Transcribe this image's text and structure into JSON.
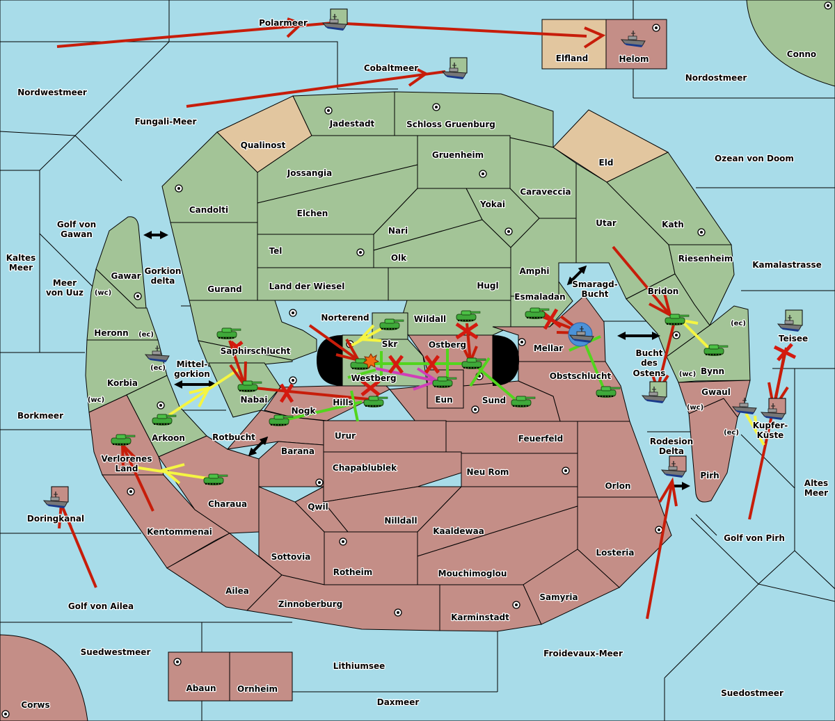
{
  "colors": {
    "sea": "#a8dce9",
    "neutral": "#e2c69f",
    "green_power": "#a3c497",
    "red_power": "#c48e87",
    "move_order": "#c71d0a",
    "support_order": "#f5f542",
    "hold_order": "#52d51e",
    "convoy_order": "#d03fb8",
    "failed_x": "#d41a0f"
  },
  "seas": [
    {
      "name": "Polarmeer"
    },
    {
      "name": "Cobaltmeer"
    },
    {
      "name": "Nordwestmeer"
    },
    {
      "name": "Fungali-Meer"
    },
    {
      "name": "Nordostmeer"
    },
    {
      "name": "Ozean von Doom"
    },
    {
      "name": "Golf von Gawan"
    },
    {
      "name": "Kaltes Meer"
    },
    {
      "name": "Meer von Uuz"
    },
    {
      "name": "Gorkion delta"
    },
    {
      "name": "Mittel-gorkion"
    },
    {
      "name": "Borkmeer"
    },
    {
      "name": "Rotbucht"
    },
    {
      "name": "Doringkanal"
    },
    {
      "name": "Golf von Ailea"
    },
    {
      "name": "Suedwestmeer"
    },
    {
      "name": "Lithiumsee"
    },
    {
      "name": "Daxmeer"
    },
    {
      "name": "Froidevaux-Meer"
    },
    {
      "name": "Suedostmeer"
    },
    {
      "name": "Golf von Pirh"
    },
    {
      "name": "Altes Meer"
    },
    {
      "name": "Kamalastrasse"
    },
    {
      "name": "Smaragd-Bucht"
    },
    {
      "name": "Bucht des Ostens"
    },
    {
      "name": "Rodesion Delta"
    },
    {
      "name": "Teisee"
    },
    {
      "name": "Kupfer-Küste"
    }
  ],
  "labels": {
    "polarmeer": "Polarmeer",
    "cobaltmeer": "Cobaltmeer",
    "nordwestmeer": "Nordwestmeer",
    "fungali": "Fungali-Meer",
    "nordostmeer": "Nordostmeer",
    "ozean": "Ozean von Doom",
    "gawan1": "Golf von",
    "gawan2": "Gawan",
    "kaltes1": "Kaltes",
    "kaltes2": "Meer",
    "uuz1": "Meer",
    "uuz2": "von Uuz",
    "gorkion1": "Gorkion",
    "gorkion2": "delta",
    "mittel1": "Mittel-",
    "mittel2": "gorkion",
    "borkmeer": "Borkmeer",
    "rotbucht": "Rotbucht",
    "doringkanal": "Doringkanal",
    "ailea_golf": "Golf von Ailea",
    "suedwestmeer": "Suedwestmeer",
    "lithiumsee": "Lithiumsee",
    "daxmeer": "Daxmeer",
    "froidevaux": "Froidevaux-Meer",
    "suedostmeer": "Suedostmeer",
    "pirh_golf": "Golf von Pirh",
    "altes1": "Altes",
    "altes2": "Meer",
    "kamala": "Kamalastrasse",
    "smaragd1": "Smaragd-",
    "smaragd2": "Bucht",
    "bucht1": "Bucht",
    "bucht2": "des",
    "bucht3": "Ostens",
    "rodesion1": "Rodesion",
    "rodesion2": "Delta",
    "teisee": "Teisee",
    "kupfer1": "Kupfer-",
    "kupfer2": "Küste",
    "elfland": "Elfland",
    "helom": "Helom",
    "conno": "Conno",
    "qualinost": "Qualinost",
    "jadestadt": "Jadestadt",
    "schloss": "Schloss Gruenburg",
    "gruenheim": "Gruenheim",
    "eld": "Eld",
    "jossangia": "Jossangia",
    "candolti": "Candolti",
    "caraveccia": "Caraveccia",
    "elchen": "Elchen",
    "yokai": "Yokai",
    "utar": "Utar",
    "kath": "Kath",
    "nari": "Nari",
    "tel": "Tel",
    "olk": "Olk",
    "riesenheim": "Riesenheim",
    "amphi": "Amphi",
    "gawar": "Gawar",
    "gurand": "Gurand",
    "wiesel": "Land der Wiesel",
    "hugl": "Hugl",
    "bridon": "Bridon",
    "esmaladan": "Esmaladan",
    "heronn": "Heronn",
    "norterend": "Norterend",
    "wildall": "Wildall",
    "skr": "Skr",
    "ostberg": "Ostberg",
    "mellar": "Mellar",
    "saphir": "Saphirschlucht",
    "westberg": "Westberg",
    "korbia": "Korbia",
    "obst": "Obstschlucht",
    "bynn": "Bynn",
    "gwaul": "Gwaul",
    "nabai": "Nabai",
    "hills": "Hills",
    "eun": "Eun",
    "sund": "Sund",
    "nogk": "Nogk",
    "arkoon": "Arkoon",
    "urur": "Urur",
    "feuerfeld": "Feuerfeld",
    "barana": "Barana",
    "verl1": "Verlorenes",
    "verl2": "Land",
    "chapa": "Chapablublek",
    "neurom": "Neu Rom",
    "pirh": "Pirh",
    "orlon": "Orlon",
    "charaua": "Charaua",
    "qwil": "Qwil",
    "nilldall": "Nilldall",
    "kaaldewaa": "Kaaldewaa",
    "kentom": "Kentommenai",
    "sottovia": "Sottovia",
    "losteria": "Losteria",
    "rotheim": "Rotheim",
    "mouchi": "Mouchimoglou",
    "ailea": "Ailea",
    "samyria": "Samyria",
    "zinnober": "Zinnoberburg",
    "karmin": "Karminstadt",
    "abaun": "Abaun",
    "ornheim": "Ornheim",
    "corws": "Corws",
    "wc": "(wc)",
    "ec": "(ec)"
  },
  "units": [
    {
      "type": "fleet",
      "location": "Polarmeer"
    },
    {
      "type": "fleet",
      "location": "Cobaltmeer"
    },
    {
      "type": "fleet",
      "location": "Helom"
    },
    {
      "type": "fleet",
      "location": "Heronn (ec)"
    },
    {
      "type": "fleet",
      "location": "Doringkanal"
    },
    {
      "type": "fleet",
      "location": "Mellar",
      "dislodged": true
    },
    {
      "type": "fleet",
      "location": "Bucht des Ostens"
    },
    {
      "type": "fleet",
      "location": "Rodesion Delta"
    },
    {
      "type": "fleet",
      "location": "Teisee"
    },
    {
      "type": "fleet",
      "location": "Gwaul (ec)"
    },
    {
      "type": "fleet",
      "location": "Kupfer-Küste"
    },
    {
      "type": "army",
      "location": "Saphirschlucht"
    },
    {
      "type": "army",
      "location": "Nabai"
    },
    {
      "type": "army",
      "location": "Arkoon"
    },
    {
      "type": "army",
      "location": "Verlorenes Land"
    },
    {
      "type": "army",
      "location": "Charaua"
    },
    {
      "type": "army",
      "location": "Nogk"
    },
    {
      "type": "army",
      "location": "Hills"
    },
    {
      "type": "army",
      "location": "Westberg",
      "combat": true
    },
    {
      "type": "army",
      "location": "Skr"
    },
    {
      "type": "army",
      "location": "Wildall"
    },
    {
      "type": "army",
      "location": "Ostberg"
    },
    {
      "type": "army",
      "location": "Eun"
    },
    {
      "type": "army",
      "location": "Sund"
    },
    {
      "type": "army",
      "location": "Obstschlucht"
    },
    {
      "type": "army",
      "location": "Esmaladan"
    },
    {
      "type": "army",
      "location": "Bridon"
    },
    {
      "type": "army",
      "location": "Bynn"
    }
  ]
}
